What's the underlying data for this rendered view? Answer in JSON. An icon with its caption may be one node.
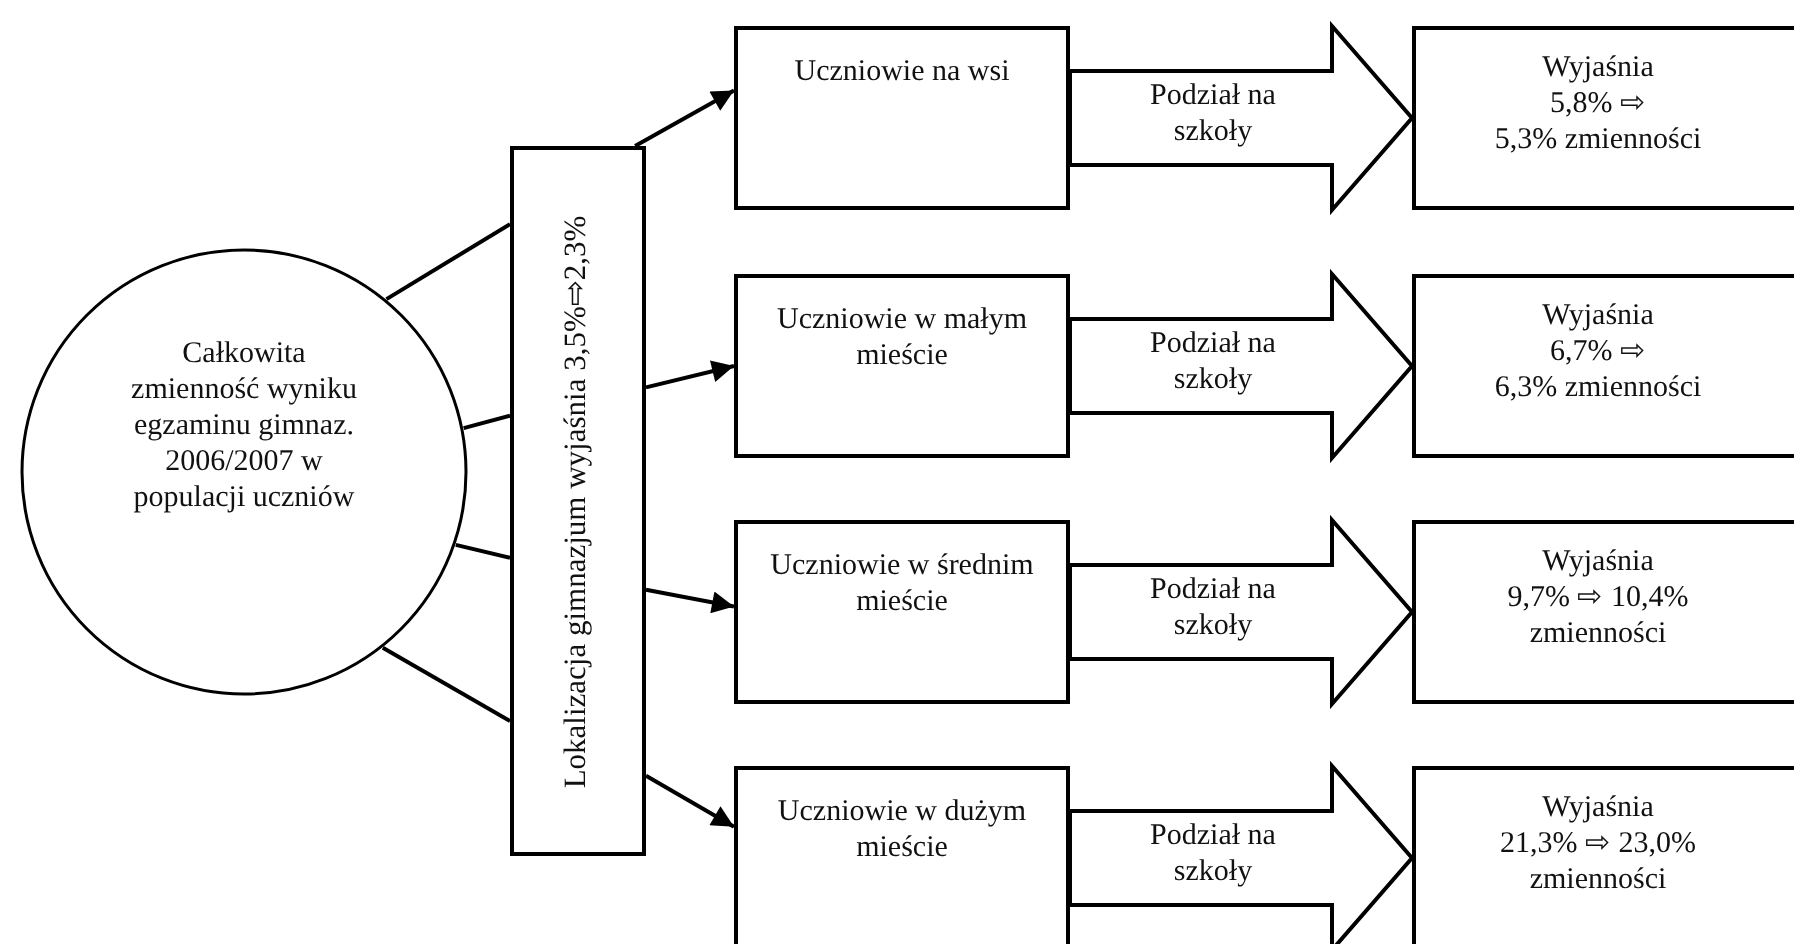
{
  "diagram": {
    "nodes": [
      {
        "text": [
          "Całkowita zmienność wyniku egzaminu gimnaz. 2006/2007 w populacji uczniów"
        ]
      },
      {
        "text": [
          "Lokalizacja gimnazjum wyjaśnia 3,5%⇨2,3%"
        ]
      },
      {
        "text": [
          "Uczniowie na wsi"
        ]
      },
      {
        "text": [
          "Uczniowie w małym mieście"
        ]
      },
      {
        "text": [
          "Uczniowie w średnim mieście"
        ]
      },
      {
        "text": [
          "Uczniowie w dużym mieście"
        ]
      },
      {
        "text": [
          "Wyjaśnia 5,8% ⇨ 5,3% zmienności"
        ]
      },
      {
        "text": [
          "Wyjaśnia 6,7% ⇨ 6,3% zmienności"
        ]
      },
      {
        "text": [
          "Wyjaśnia 9,7% ⇨ 10,4% zmienności"
        ]
      },
      {
        "text": [
          "Wyjaśnia 21,3% ⇨ 23,0% zmienności"
        ]
      }
    ],
    "edges": [
      {
        "from": 0,
        "to": 1,
        "arrow": "none"
      },
      {
        "from": 0,
        "to": 1,
        "arrow": "none"
      },
      {
        "from": 0,
        "to": 1,
        "arrow": "none"
      },
      {
        "from": 0,
        "to": 1,
        "arrow": "none"
      },
      {
        "from": 1,
        "to": 2,
        "arrow": "to"
      },
      {
        "from": 1,
        "to": 3,
        "arrow": "to"
      },
      {
        "from": 1,
        "to": 4,
        "arrow": "to"
      },
      {
        "from": 1,
        "to": 5,
        "arrow": "to"
      },
      {
        "from": 2,
        "to": 6,
        "arrow": "to",
        "label": "Podział na szkoły",
        "style": "thick"
      },
      {
        "from": 3,
        "to": 7,
        "arrow": "to",
        "label": "Podział na szkoły",
        "style": "thick"
      },
      {
        "from": 4,
        "to": 8,
        "arrow": "to",
        "label": "Podział na szkoły",
        "style": "thick"
      },
      {
        "from": 5,
        "to": 9,
        "arrow": "to",
        "label": "Podział na szkoły",
        "style": "thick"
      }
    ]
  }
}
